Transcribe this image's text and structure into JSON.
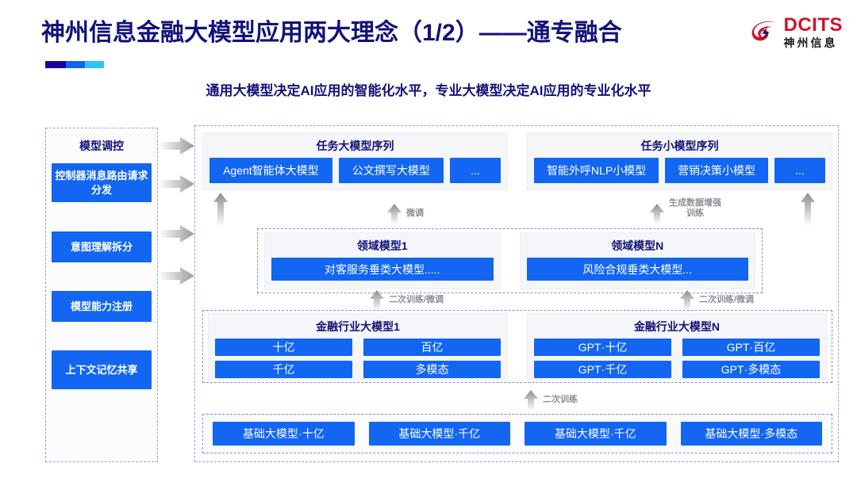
{
  "header": {
    "title": "神州信息金融大模型应用两大理念（1/2）——通专融合",
    "subtitle": "通用大模型决定AI应用的智能化水平，专业大模型决定AI应用的专业化水平",
    "logo": {
      "en": "DCITS",
      "cn": "神州信息",
      "icon": "dcits-swirl-icon",
      "color": "#d3102c"
    },
    "accent_colors": [
      "#1a059c",
      "#1262f0",
      "#2ec4f0"
    ]
  },
  "sidebar": {
    "title": "模型调控",
    "items": [
      {
        "label": "控制器消息路由请求分发"
      },
      {
        "label": "意图理解拆分"
      },
      {
        "label": "模型能力注册"
      },
      {
        "label": "上下文记忆共享"
      }
    ]
  },
  "main": {
    "task_sequences": [
      {
        "title": "任务大模型序列",
        "boxes": [
          "Agent智能体大模型",
          "公文撰写大模型",
          "..."
        ]
      },
      {
        "title": "任务小模型序列",
        "boxes": [
          "智能外呼NLP小模型",
          "营销决策小模型",
          "..."
        ]
      }
    ],
    "domain_models": [
      {
        "title": "领域模型1",
        "box": "对客服务垂类大模型....."
      },
      {
        "title": "领域模型N",
        "box": "风险合规垂类大模型..."
      }
    ],
    "industry_models": [
      {
        "title": "金融行业大模型1",
        "boxes": [
          "十亿",
          "百亿",
          "千亿",
          "多模态"
        ]
      },
      {
        "title": "金融行业大模型N",
        "boxes": [
          "GPT·十亿",
          "GPT·百亿",
          "GPT·千亿",
          "GPT·多模态"
        ]
      }
    ],
    "base_models": [
      "基础大模型·十亿",
      "基础大模型·千亿",
      "基础大模型·千亿",
      "基础大模型·多模态"
    ],
    "arrow_labels": {
      "finetune": "微调",
      "data_augment": "生成数据增强\n训练",
      "retrain_finetune_left": "二次训练/微调",
      "retrain_finetune_right": "二次训练/微调",
      "retrain": "二次训练"
    }
  },
  "colors": {
    "brand_blue": "#1266f1",
    "title_navy": "#12127a",
    "logo_red": "#d3102c",
    "panel_grey": "#f4f6f9",
    "dashed_border": "#8fa4d8"
  }
}
